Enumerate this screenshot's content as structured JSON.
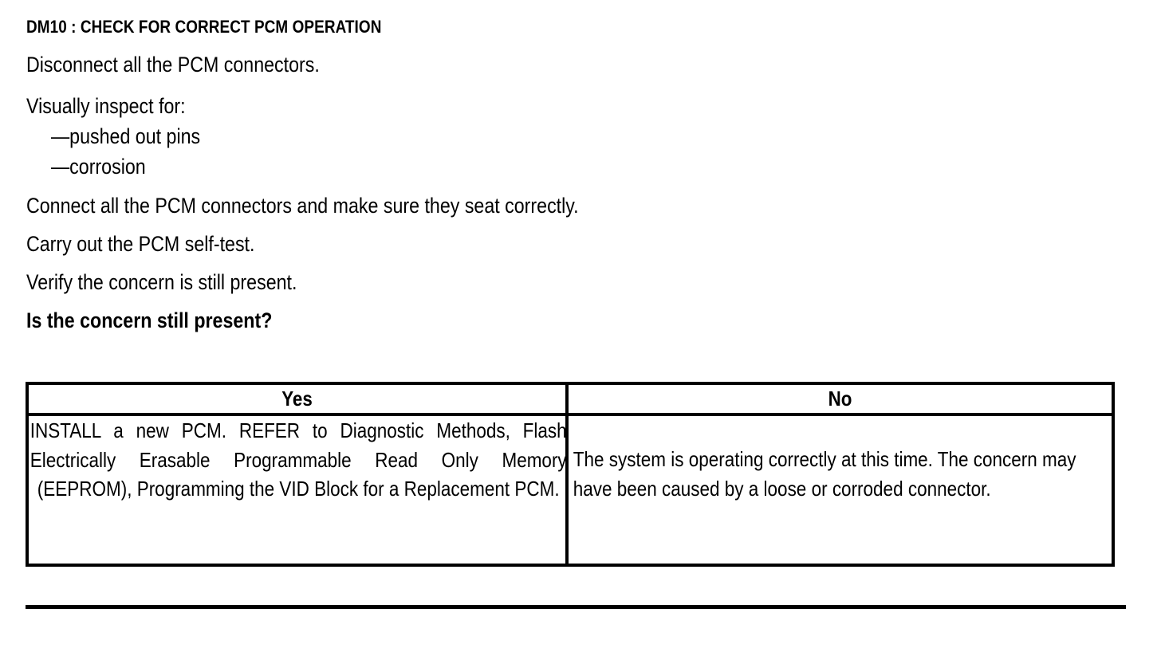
{
  "document": {
    "title": "DM10 : CHECK FOR CORRECT PCM OPERATION",
    "steps": [
      "Disconnect all the PCM connectors.",
      "Visually inspect for:",
      "—pushed out pins",
      "—corrosion",
      "Connect all the PCM connectors and make sure they seat correctly.",
      "Carry out the PCM self-test.",
      "Verify the concern is still present.",
      "Is the concern still present?"
    ],
    "question": "Is the concern still present?"
  },
  "decision_table": {
    "headers": {
      "yes": "Yes",
      "no": "No"
    },
    "cells": {
      "yes": "INSTALL a new PCM. REFER to Diagnostic Methods, Flash Electrically Erasable Programmable Read Only Memory (EEPROM), Programming the VID Block for a Replacement PCM.",
      "no": "The system is operating correctly at this time. The concern may have been caused by a loose or corroded connector."
    }
  },
  "colors": {
    "ink": "#000000",
    "paper": "#ffffff"
  }
}
